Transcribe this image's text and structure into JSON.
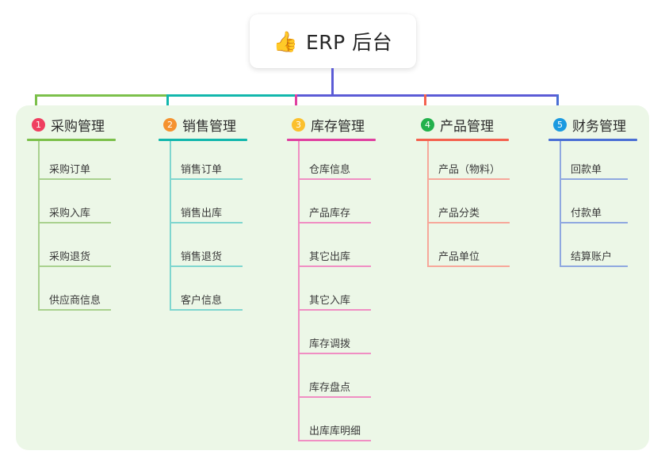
{
  "root": {
    "icon": "thumbs-up-icon",
    "emoji": "👍",
    "label": "ERP 后台"
  },
  "panel": {
    "background": "#ecf7e7"
  },
  "bus": {
    "segments": [
      {
        "name": "bus-green",
        "color": "#7cc04b"
      },
      {
        "name": "bus-teal",
        "color": "#12b7ac"
      },
      {
        "name": "bus-purple",
        "color": "#5b5bd6"
      }
    ],
    "stem_color": "#5b5bd6"
  },
  "columns": [
    {
      "index": "1",
      "title": "采购管理",
      "badge_color": "#ef3f60",
      "line_color": "#7cc04b",
      "leaf_line_color": "#a9d18e",
      "drop_color": "#7cc04b",
      "title_width": 112,
      "leaf_width": 92,
      "items": [
        "采购订单",
        "采购入库",
        "采购退货",
        "供应商信息"
      ]
    },
    {
      "index": "2",
      "title": "销售管理",
      "badge_color": "#f5922f",
      "line_color": "#12b7ac",
      "leaf_line_color": "#7fd6cf",
      "drop_color": "#12b7ac",
      "title_width": 112,
      "leaf_width": 92,
      "items": [
        "销售订单",
        "销售出库",
        "销售退货",
        "客户信息"
      ]
    },
    {
      "index": "3",
      "title": "库存管理",
      "badge_color": "#fbc02d",
      "line_color": "#e040a0",
      "leaf_line_color": "#f08ec3",
      "drop_color": "#e040a0",
      "title_width": 112,
      "leaf_width": 92,
      "items": [
        "仓库信息",
        "产品库存",
        "其它出库",
        "其它入库",
        "库存调拨",
        "库存盘点",
        "出库库明细"
      ]
    },
    {
      "index": "4",
      "title": "产品管理",
      "badge_color": "#22b14c",
      "line_color": "#f4624f",
      "leaf_line_color": "#f7a79a",
      "drop_color": "#f4624f",
      "title_width": 117,
      "leaf_width": 104,
      "items": [
        "产品（物料）",
        "产品分类",
        "产品单位"
      ]
    },
    {
      "index": "5",
      "title": "财务管理",
      "badge_color": "#1b9ae0",
      "line_color": "#4a6fd4",
      "leaf_line_color": "#8fa8e0",
      "drop_color": "#4a6fd4",
      "title_width": 112,
      "leaf_width": 86,
      "items": [
        "回款单",
        "付款单",
        "结算账户"
      ]
    }
  ]
}
